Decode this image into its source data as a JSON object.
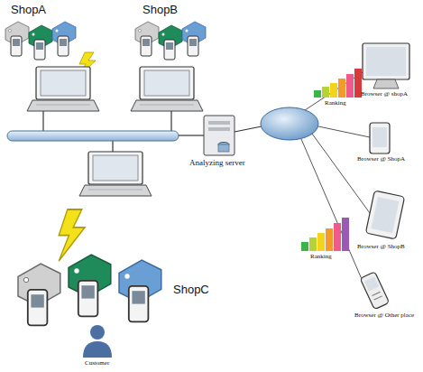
{
  "diagram": {
    "labels": [
      "ShopA",
      "ShopB",
      "Analyzing server",
      "Ranking",
      "Browser @ shopA",
      "Browser @ ShopA",
      "Ranking",
      "Browser @ ShopB",
      "Browser @ Other place",
      "ShopC",
      "Customer"
    ]
  }
}
